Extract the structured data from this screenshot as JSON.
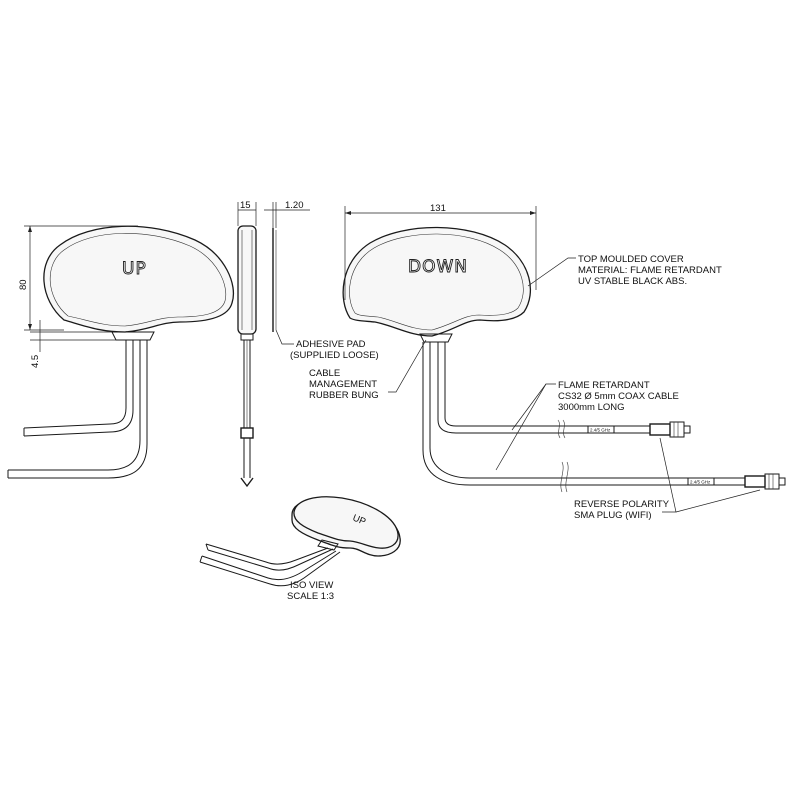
{
  "dimensions": {
    "height": "80",
    "stem": "4.5",
    "thickness": "15",
    "pad": "1.20",
    "width": "131"
  },
  "face_labels": {
    "up": "UP",
    "down": "DOWN"
  },
  "callouts": {
    "cover": [
      "TOP MOULDED COVER",
      "MATERIAL: FLAME RETARDANT",
      "UV STABLE BLACK ABS."
    ],
    "pad": [
      "ADHESIVE PAD",
      "(SUPPLIED LOOSE)"
    ],
    "bung": [
      "CABLE",
      "MANAGEMENT",
      "RUBBER BUNG"
    ],
    "cable": [
      "FLAME RETARDANT",
      "CS32 Ø 5mm COAX CABLE",
      "3000mm LONG"
    ],
    "plug": [
      "REVERSE POLARITY",
      "SMA PLUG (WIFI)"
    ],
    "iso": [
      "ISO VIEW",
      "SCALE 1:3"
    ]
  },
  "cable_tags": {
    "upper": "2.4/5 GHz",
    "lower": "2.4/5 GHz"
  },
  "iso_face_label": "UP"
}
